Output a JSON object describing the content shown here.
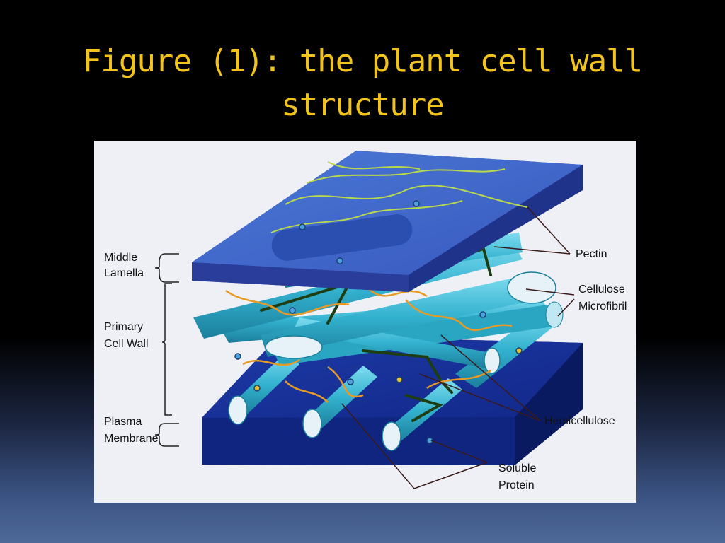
{
  "slide": {
    "title_line1": "Figure (1): the plant cell wall",
    "title_line2": "structure"
  },
  "colors": {
    "background": "#000000",
    "title": "#f2c31a",
    "middle_lamella": "#3d66c9",
    "plasma_membrane": "#16329a",
    "microfibril": "#35b3cf",
    "hemicellulose": "#1f3d12",
    "pectin": "#e89a25",
    "pectin_strand": "#b9d94a"
  },
  "figure": {
    "labels": {
      "middle_lamella": [
        "Middle",
        "Lamella"
      ],
      "primary_cell_wall": [
        "Primary",
        "Cell Wall"
      ],
      "plasma_membrane": [
        "Plasma",
        "Membrane"
      ],
      "pectin": "Pectin",
      "cellulose_microfibril": [
        "Cellulose",
        "Microfibril"
      ],
      "hemicellulose": "Hemicellulose",
      "soluble_protein": [
        "Soluble",
        "Protein"
      ]
    }
  }
}
